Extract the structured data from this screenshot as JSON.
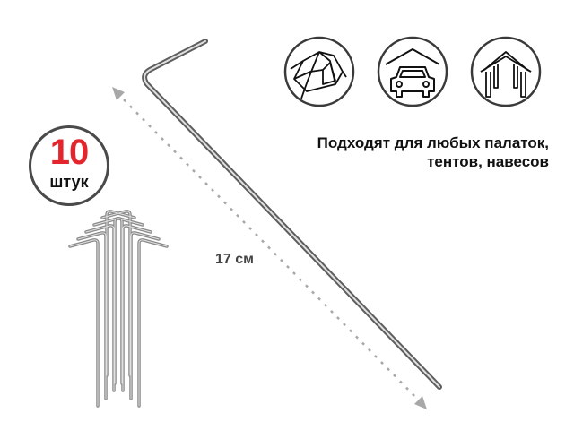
{
  "badge": {
    "count": "10",
    "unit": "штук",
    "count_color": "#e3262e"
  },
  "caption": {
    "line1": "Подходят для любых палаток,",
    "line2": "тентов, навесов"
  },
  "dimension": {
    "length_label": "17 см"
  },
  "icons": [
    {
      "name": "tent-icon"
    },
    {
      "name": "car-garage-icon"
    },
    {
      "name": "canopy-icon"
    }
  ]
}
